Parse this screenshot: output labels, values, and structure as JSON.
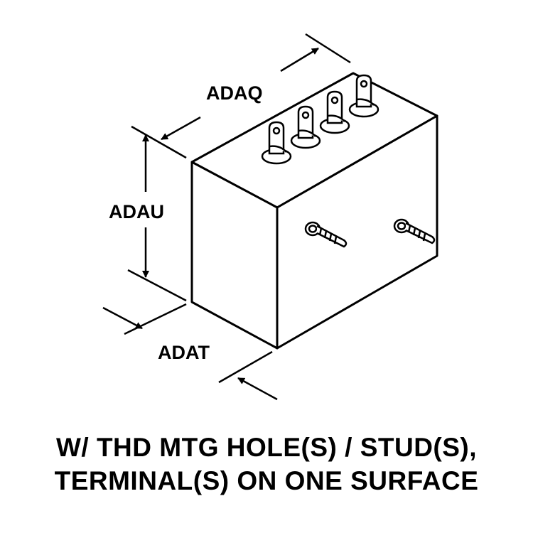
{
  "dimensions": {
    "length": "ADAQ",
    "height": "ADAU",
    "width": "ADAT"
  },
  "caption": {
    "line1": "W/ THD MTG HOLE(S) / STUD(S),",
    "line2": "TERMINAL(S) ON ONE SURFACE"
  }
}
